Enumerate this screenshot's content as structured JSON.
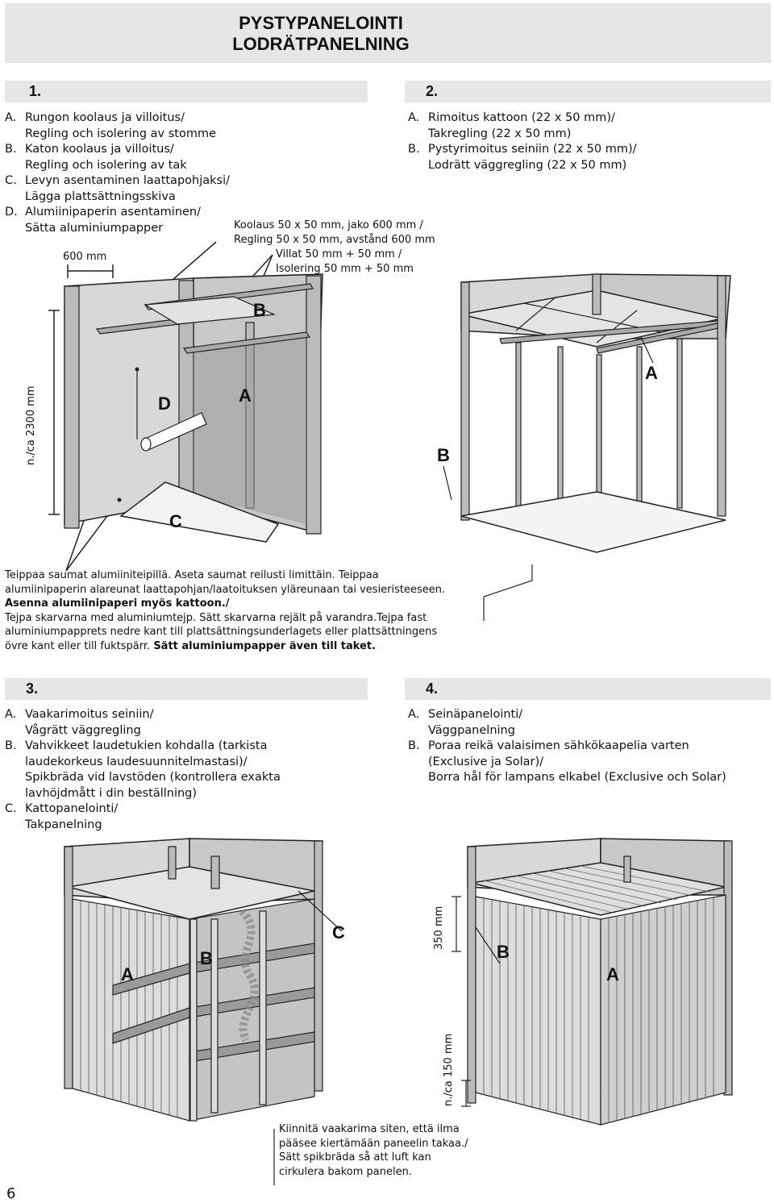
{
  "title": {
    "line1": "PYSTYPANELOINTI",
    "line2": "LODRÄTPANELNING"
  },
  "step1": {
    "number": "1.",
    "items": [
      {
        "letter": "A.",
        "line1": "Rungon koolaus ja villoitus/",
        "line2": "Regling och isolering av stomme"
      },
      {
        "letter": "B.",
        "line1": "Katon koolaus ja villoitus/",
        "line2": "Regling och isolering av tak"
      },
      {
        "letter": "C.",
        "line1": "Levyn asentaminen laattapohjaksi/",
        "line2": "Lägga plattsättningsskiva"
      },
      {
        "letter": "D.",
        "line1": "Alumiinipaperin asentaminen/",
        "line2": "Sätta aluminiumpapper"
      }
    ],
    "callout_framing_1": "Koolaus 50 x 50 mm, jako 600 mm /",
    "callout_framing_2": "Regling 50 x 50 mm, avstånd 600 mm",
    "callout_insulation_1": "Villat 50 mm + 50 mm /",
    "callout_insulation_2": "Isolering 50 mm + 50 mm",
    "dim_600": "600 mm",
    "dim_height": "n./ca 2300 mm",
    "labels": {
      "A": "A",
      "B": "B",
      "C": "C",
      "D": "D"
    },
    "note_fi_1": "Teippaa saumat alumiiniteipillä. Aseta saumat reilusti limittäin. Teippaa",
    "note_fi_2": "alumiinipaperin alareunat laattapohjan/laatoituksen yläreunaan tai vesieristeeseen.",
    "note_fi_3": "Asenna alumiinipaperi myös kattoon./",
    "note_sv_1": "Tejpa skarvarna med aluminiumtejp. Sätt skarvarna rejält på varandra.Tejpa fast",
    "note_sv_2": "aluminiumpapprets nedre kant till plattsättningsunderlagets eller plattsättningens",
    "note_sv_3a": "övre kant eller till fuktspärr. ",
    "note_sv_3b": "Sätt aluminiumpapper även till taket."
  },
  "step2": {
    "number": "2.",
    "items": [
      {
        "letter": "A.",
        "line1": "Rimoitus kattoon (22 x 50 mm)/",
        "line2": "Takregling (22 x 50 mm)"
      },
      {
        "letter": "B.",
        "line1": "Pystyrimoitus seiniin (22 x 50 mm)/",
        "line2": "Lodrätt väggregling (22 x 50 mm)"
      }
    ],
    "labels": {
      "A": "A",
      "B": "B"
    }
  },
  "step3": {
    "number": "3.",
    "items": [
      {
        "letter": "A.",
        "lines": [
          "Vaakarimoitus seiniin/",
          "Vågrätt väggregling"
        ]
      },
      {
        "letter": "B.",
        "lines": [
          "Vahvikkeet laudetukien kohdalla (tarkista",
          "laudekorkeus laudesuunnitelmastasi)/",
          "Spikbräda vid lavstöden (kontrollera exakta",
          "lavhöjdmått i din beställning)"
        ]
      },
      {
        "letter": "C.",
        "lines": [
          "Kattopanelointi/",
          "Takpanelning"
        ]
      }
    ],
    "labels": {
      "A": "A",
      "B": "B",
      "C": "C"
    }
  },
  "step4": {
    "number": "4.",
    "items": [
      {
        "letter": "A.",
        "lines": [
          "Seinäpanelointi/",
          "Väggpanelning"
        ]
      },
      {
        "letter": "B.",
        "lines": [
          "Poraa reikä valaisimen sähkökaapelia varten",
          "(Exclusive ja Solar)/",
          "Borra hål för lampans elkabel (Exclusive och Solar)"
        ]
      }
    ],
    "dim_350": "350 mm",
    "dim_150": "n./ca 150 mm",
    "labels": {
      "A": "A",
      "B": "B"
    },
    "note": [
      "Kiinnitä vaakarima siten, että ilma",
      "pääsee kiertämään paneelin takaa./",
      "Sätt spikbräda så att luft kan",
      "cirkulera bakom panelen."
    ]
  },
  "page_number": "6"
}
